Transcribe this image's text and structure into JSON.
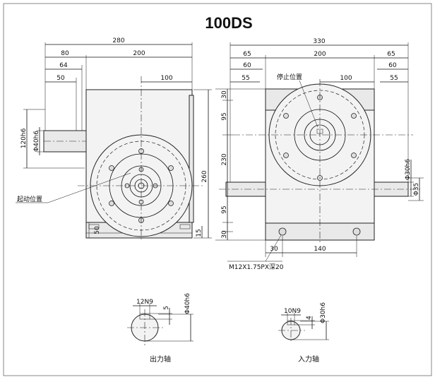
{
  "title": "100DS",
  "left_view": {
    "dims": {
      "overall_width": "280",
      "width_80": "80",
      "width_200": "200",
      "width_64": "64",
      "width_50": "50",
      "width_100": "100",
      "shaft_dia": "Φ40h6",
      "height_120": "120h6",
      "height_260": "260",
      "height_50": "50",
      "height_15": "15"
    },
    "label_start": "起动位置"
  },
  "right_view": {
    "dims": {
      "overall_width": "330",
      "width_65_left": "65",
      "width_200": "200",
      "width_65_right": "65",
      "width_60_left": "60",
      "width_60_right": "60",
      "width_55_left": "55",
      "width_55_right": "55",
      "width_100": "100",
      "height_30_top": "30",
      "height_95_top": "95",
      "height_230": "230",
      "height_95_bottom": "95",
      "height_30_bottom": "30",
      "shaft_dia_h6": "Φ30h6",
      "shaft_dia_35": "Φ35",
      "bottom_30": "30",
      "bottom_140": "140"
    },
    "label_stop": "停止位置",
    "thread_note": "M12X1.75PX深20"
  },
  "details": {
    "output": {
      "key": "12N9",
      "depth": "5",
      "dia": "Φ40h6",
      "caption": "出力轴"
    },
    "input": {
      "key": "10N9",
      "depth": "4",
      "dia": "Φ30h6",
      "caption": "入力轴"
    }
  }
}
